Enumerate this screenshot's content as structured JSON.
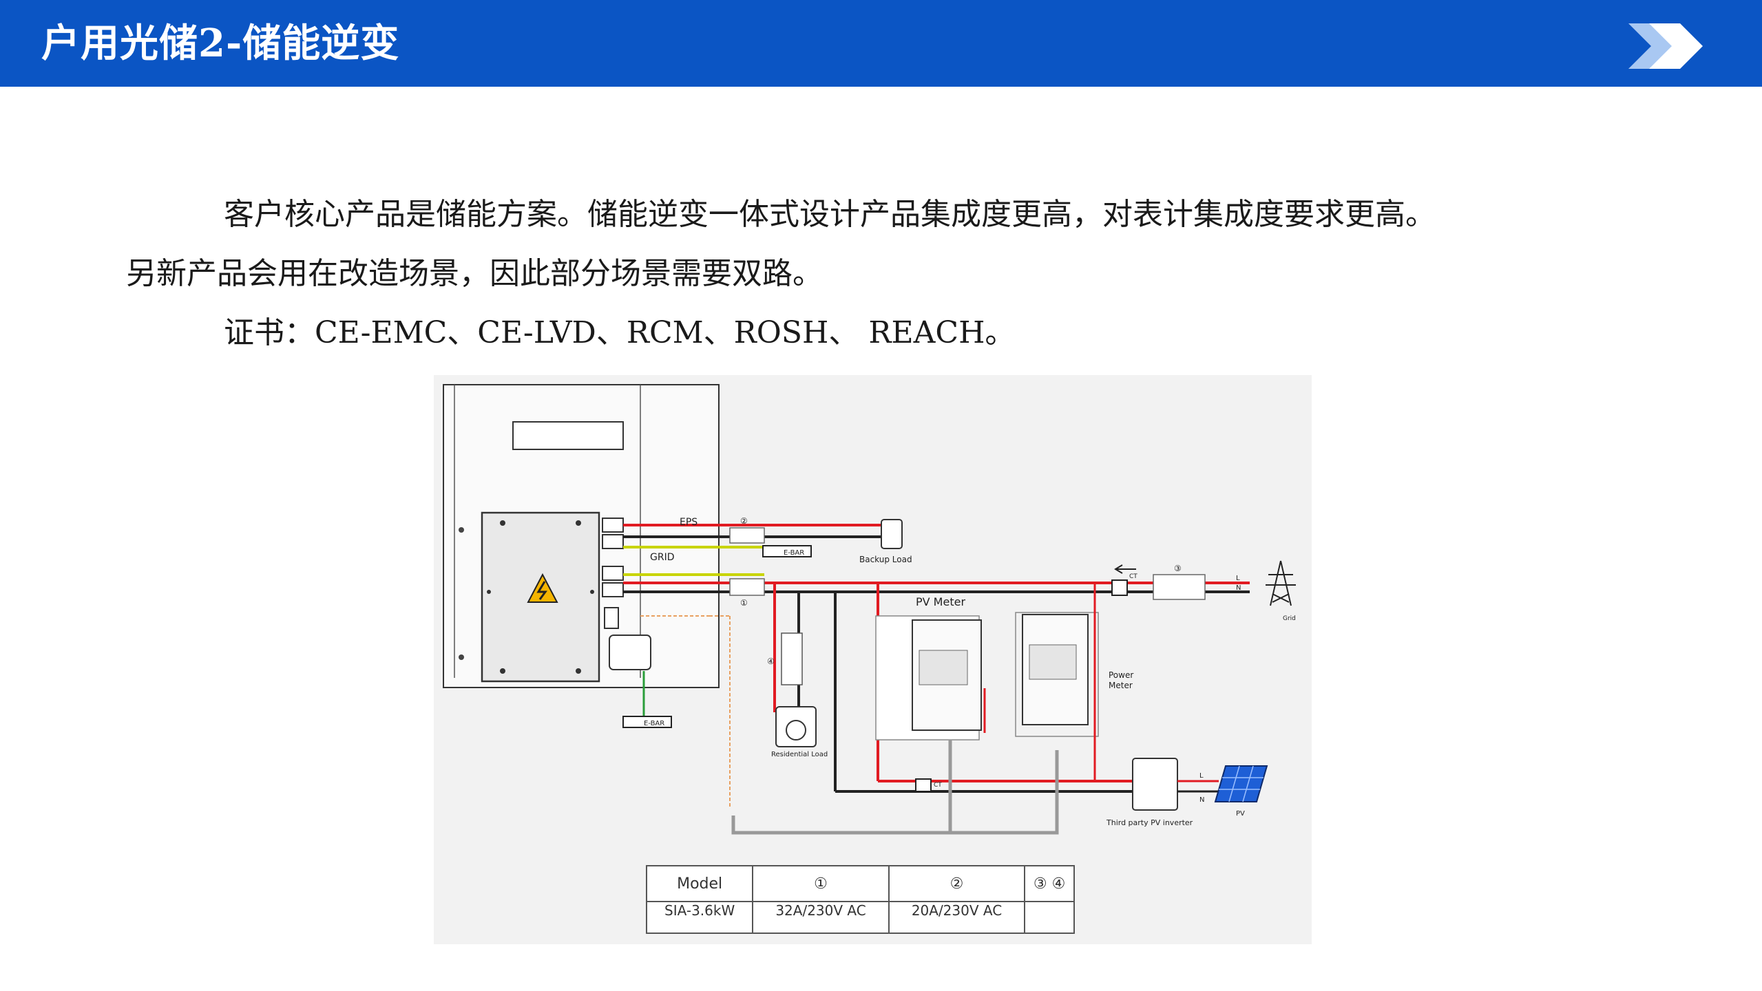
{
  "header": {
    "title": "户用光储2-储能逆变",
    "accent_color": "#0b55c4",
    "icon": "double-chevron-right-icon"
  },
  "body": {
    "paragraph1_line1": "客户核心产品是储能方案。储能逆变一体式设计产品集成度更高，对表计集成度要求更高。",
    "paragraph1_line2": "另新产品会用在改造场景，因此部分场景需要双路。",
    "certificates": "证书：CE-EMC、CE-LVD、RCM、ROSH、 REACH。"
  },
  "diagram": {
    "labels": {
      "eps": "EPS",
      "grid_port": "GRID",
      "ebar_top": "E-BAR",
      "ebar_bottom": "E-BAR",
      "backup_load": "Backup Load",
      "residential_load": "Residential Load",
      "pv_meter": "PV Meter",
      "power_meter_line1": "Power",
      "power_meter_line2": "Meter",
      "grid": "Grid",
      "pv": "PV",
      "third_party_pv_inverter": "Third party PV inverter",
      "l_top": "L",
      "n_top": "N",
      "l_bottom": "L",
      "n_bottom": "N",
      "ct_top": "CT",
      "ct_bottom": "CT",
      "mark1": "①",
      "mark2": "②",
      "mark3": "③",
      "mark4": "④"
    }
  },
  "spec_table": {
    "headers": [
      "Model",
      "①",
      "②",
      "③ ④"
    ],
    "rows": [
      [
        "SIA-3.6kW",
        "32A/230V AC",
        "20A/230V AC",
        ""
      ]
    ]
  }
}
